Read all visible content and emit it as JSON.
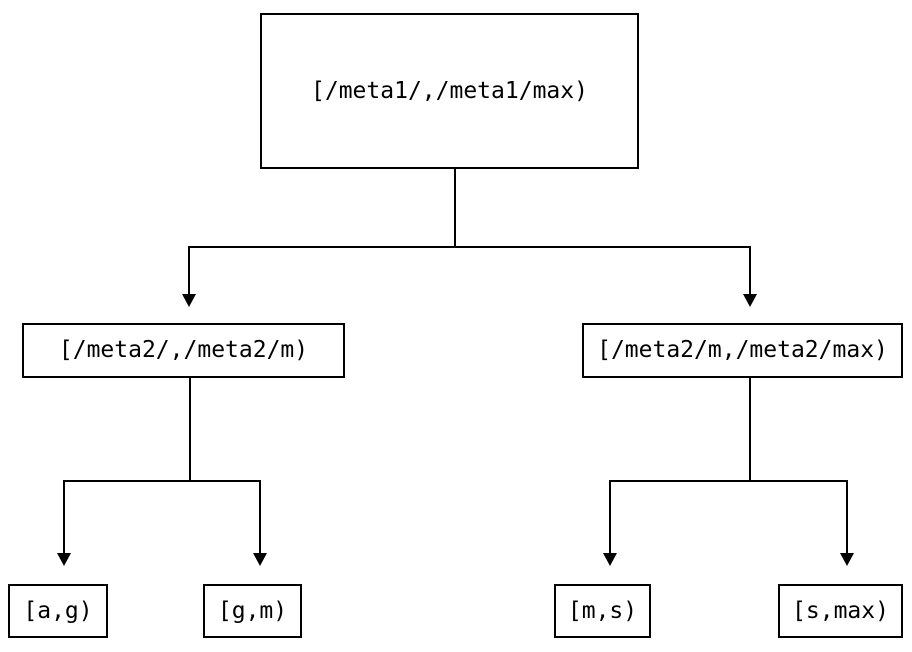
{
  "diagram": {
    "type": "binary-interval-tree",
    "background_color": "#ffffff",
    "line_color": "#000000",
    "text_color": "#000000",
    "nodes": {
      "root": {
        "label": "[/meta1/,/meta1/max)"
      },
      "left": {
        "label": "[/meta2/,/meta2/m)"
      },
      "right": {
        "label": "[/meta2/m,/meta2/max)"
      },
      "left_left": {
        "label": "[a,g)"
      },
      "left_right": {
        "label": "[g,m)"
      },
      "right_left": {
        "label": "[m,s)"
      },
      "right_right": {
        "label": "[s,max)"
      }
    },
    "edges": [
      {
        "from": "root",
        "to": "left"
      },
      {
        "from": "root",
        "to": "right"
      },
      {
        "from": "left",
        "to": "left_left"
      },
      {
        "from": "left",
        "to": "left_right"
      },
      {
        "from": "right",
        "to": "right_left"
      },
      {
        "from": "right",
        "to": "right_right"
      }
    ]
  }
}
